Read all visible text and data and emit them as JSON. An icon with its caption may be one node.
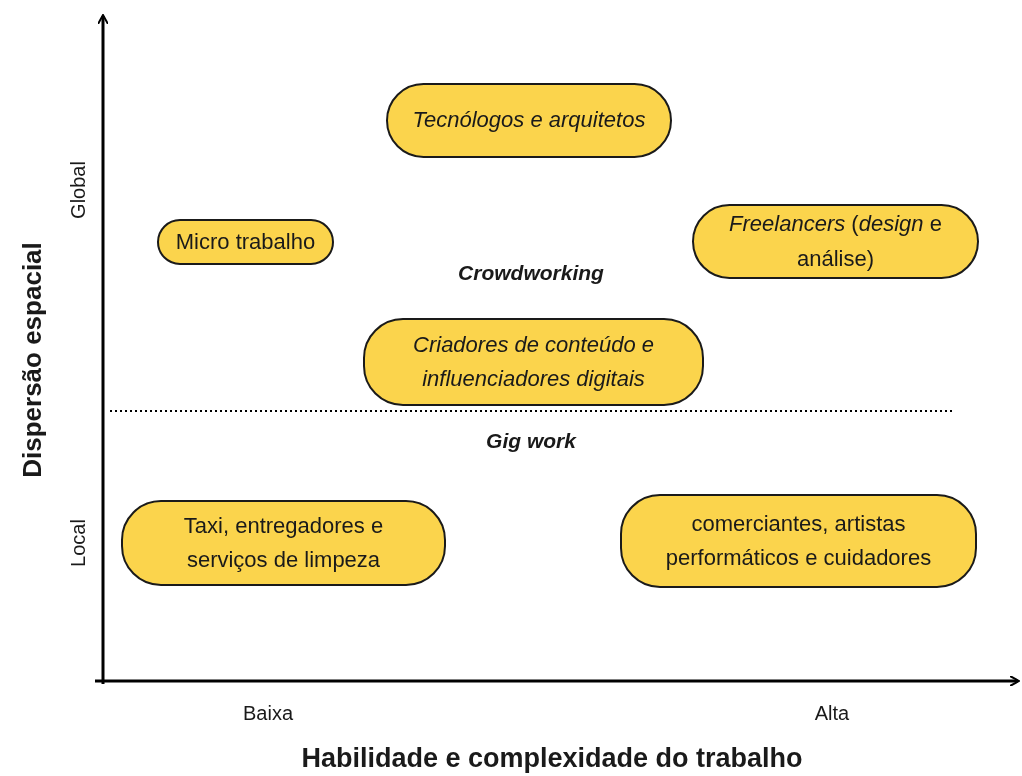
{
  "diagram": {
    "nodes": [
      {
        "text": [
          "Tecnólogos e arquitetos"
        ]
      },
      {
        "text": [
          "Micro trabalho"
        ]
      },
      {
        "text": [
          "*Freelancers* (*design* e análise)"
        ]
      },
      {
        "text": [
          "Criadores de conteúdo e influenciadores digitais"
        ]
      },
      {
        "text": [
          "Taxi, entregadores e serviços de limpeza"
        ]
      },
      {
        "text": [
          "comerciantes, artistas performáticos e cuidadores"
        ]
      }
    ],
    "labels": [
      "Global",
      "Crowdworking",
      "Dispersão espacial",
      "Gig work",
      "Local",
      "Baixa",
      "Alta",
      "Habilidade e complexidade do trabalho"
    ]
  }
}
